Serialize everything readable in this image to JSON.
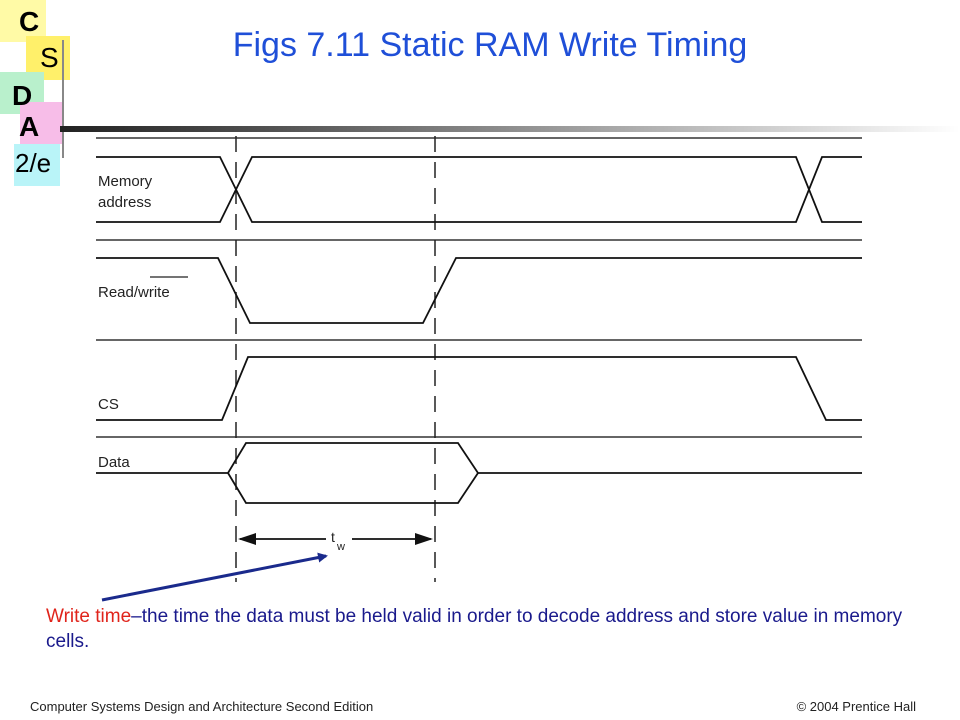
{
  "logo": {
    "c": "C",
    "s": "S",
    "d": "D",
    "a": "A",
    "ed": "2/e"
  },
  "colors": {
    "title": "#1f4fd8",
    "note_highlight": "#e0241b",
    "note_text": "#1a1a8c",
    "arrow": "#1a2a8c"
  },
  "title": "Figs 7.11  Static RAM Write Timing",
  "diagram": {
    "signals": [
      {
        "key": "memory_address",
        "label_line1": "Memory",
        "label_line2": "address"
      },
      {
        "key": "read_write",
        "label_line1": "Read/write",
        "overbar_on": "write"
      },
      {
        "key": "cs",
        "label_line1": "CS"
      },
      {
        "key": "data",
        "label_line1": "Data"
      }
    ],
    "tw_main": "t",
    "tw_sub": "w"
  },
  "note": {
    "highlight": "Write time",
    "rest": "–the time the data must be held valid in order to decode address and store value in memory cells."
  },
  "footer": {
    "left": "Computer Systems Design and Architecture Second Edition",
    "right": "© 2004 Prentice Hall"
  }
}
